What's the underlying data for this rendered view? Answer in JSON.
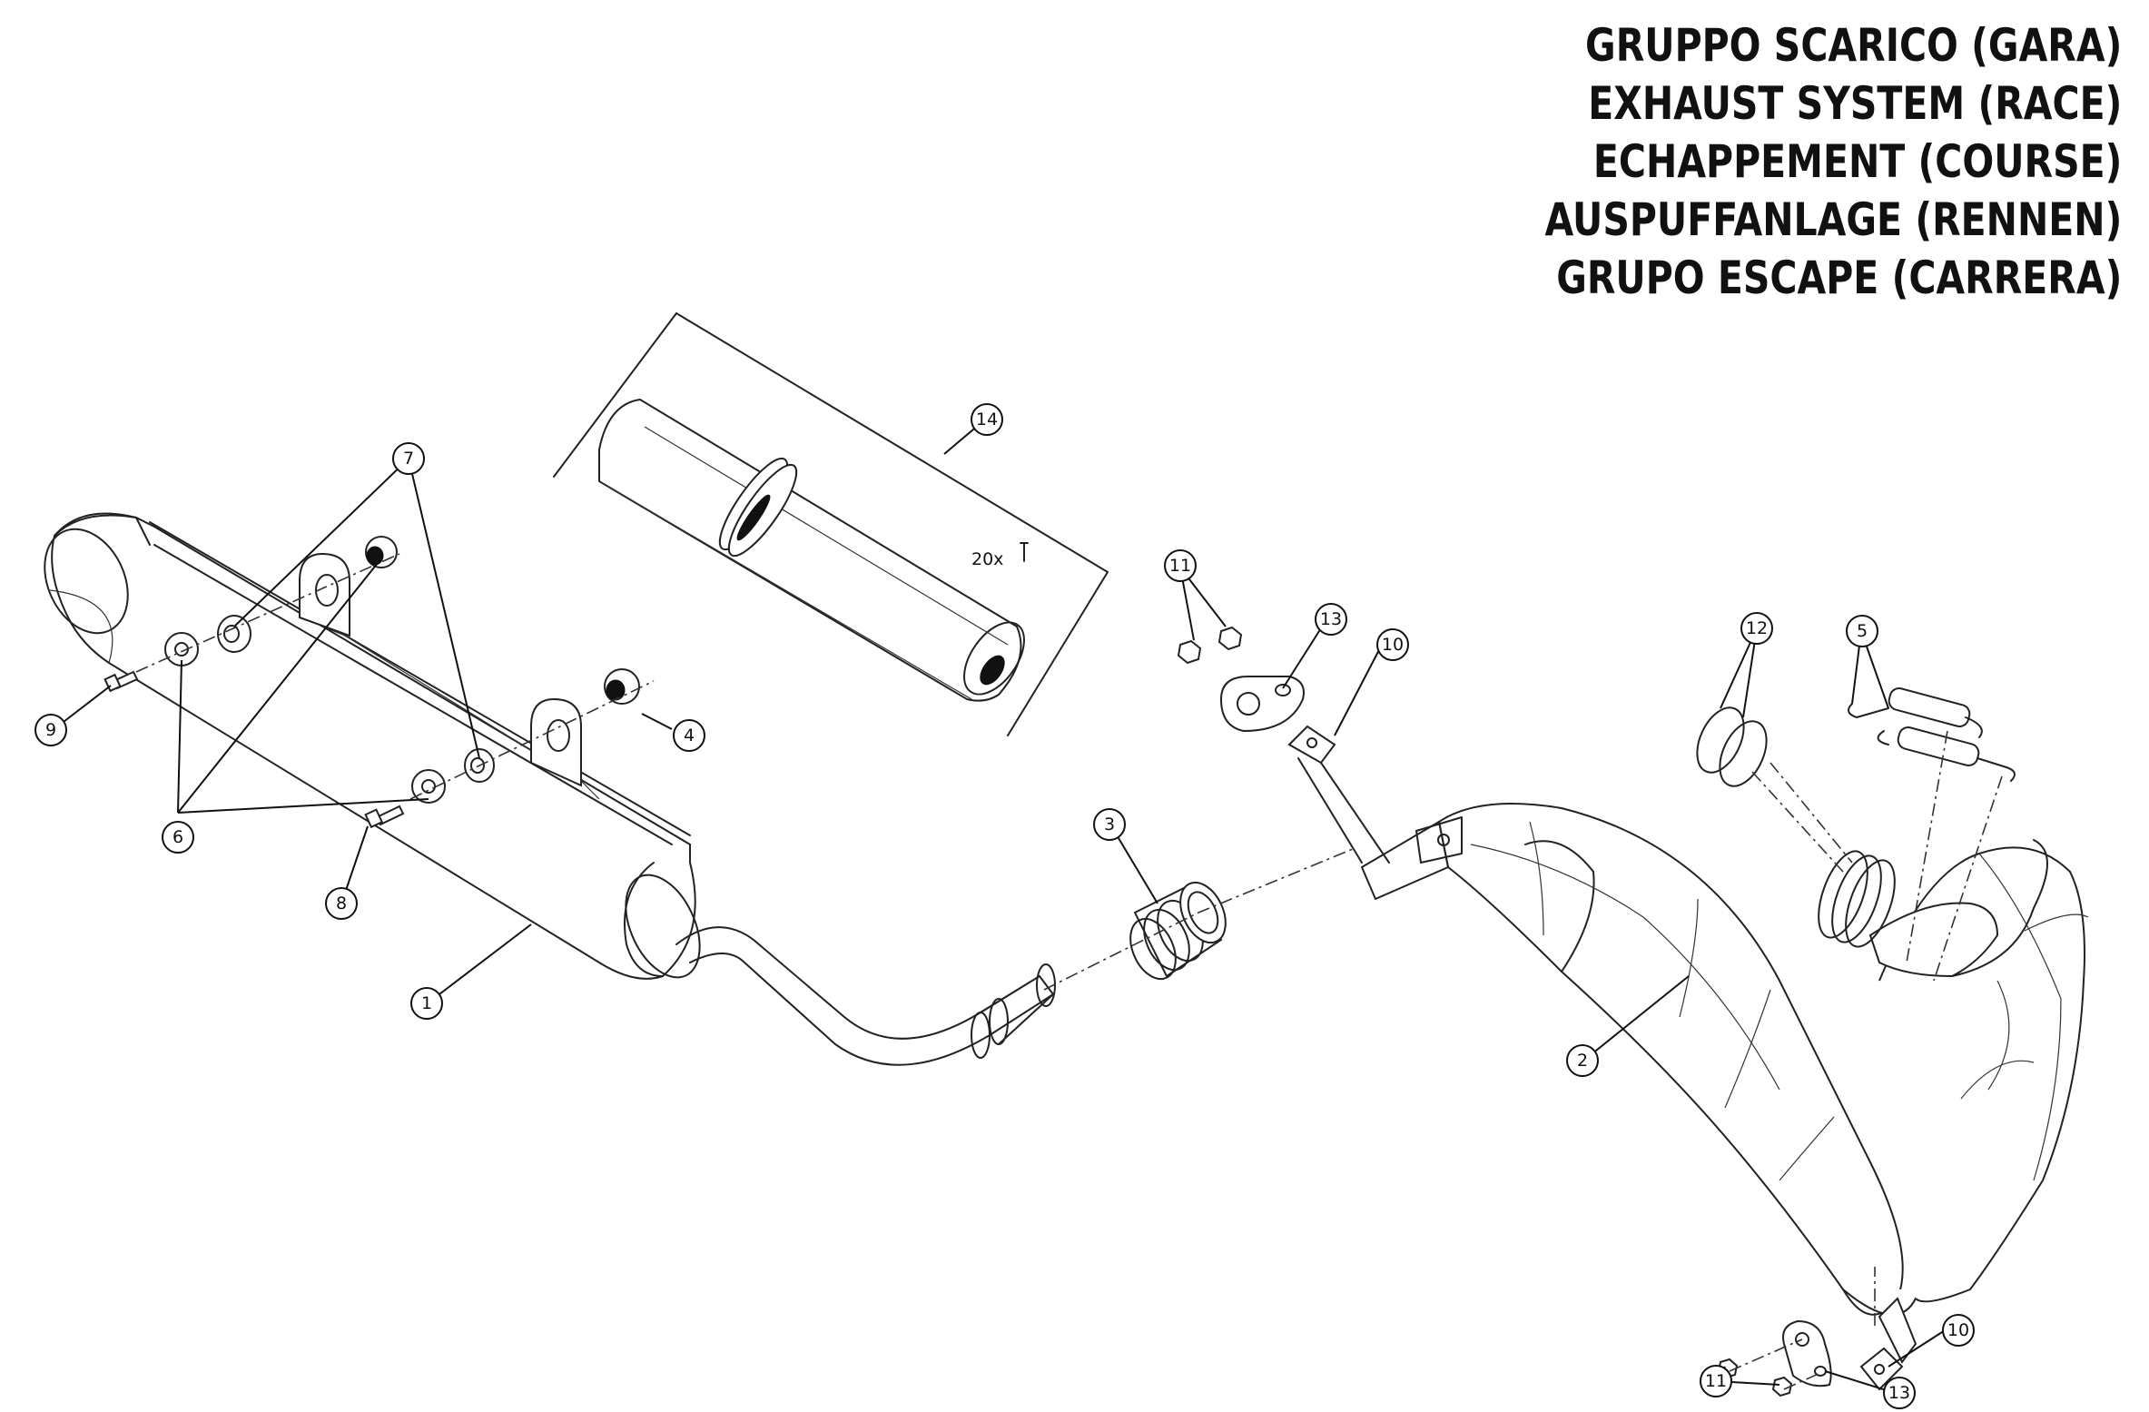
{
  "title": {
    "lines": [
      "GRUPPO SCARICO (GARA)",
      "EXHAUST SYSTEM (RACE)",
      "ECHAPPEMENT (COURSE)",
      "AUSPUFFANLAGE (RENNEN)",
      "GRUPO ESCAPE (CARRERA)"
    ]
  },
  "callouts": {
    "c1": "1",
    "c2": "2",
    "c3": "3",
    "c4": "4",
    "c5": "5",
    "c6": "6",
    "c7": "7",
    "c8": "8",
    "c9": "9",
    "c10a": "10",
    "c10b": "10",
    "c11a": "11",
    "c11b": "11",
    "c12": "12",
    "c13a": "13",
    "c13b": "13",
    "c14": "14"
  },
  "kit_note": "20x"
}
